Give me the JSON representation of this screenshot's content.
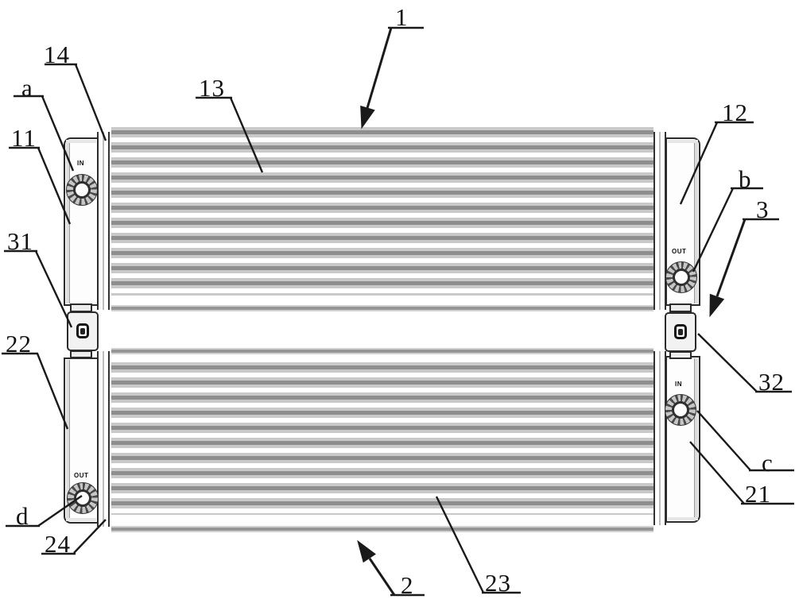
{
  "figure": {
    "kind": "patent line drawing",
    "subject": "dual-core radiator assembly, front view"
  },
  "colors": {
    "background": "#ffffff",
    "ink": "#1a1a1a",
    "fin_dark": "#8e8e8e",
    "fin_light": "#c9c9c9",
    "tank_shade": "#dddddd"
  },
  "ports": {
    "top_left": "IN",
    "top_right": "OUT",
    "bottom_right": "IN",
    "bottom_left": "OUT"
  },
  "callouts": [
    {
      "id": "1",
      "text": "1"
    },
    {
      "id": "2",
      "text": "2"
    },
    {
      "id": "3",
      "text": "3"
    },
    {
      "id": "11",
      "text": "11"
    },
    {
      "id": "12",
      "text": "12"
    },
    {
      "id": "13",
      "text": "13"
    },
    {
      "id": "14",
      "text": "14"
    },
    {
      "id": "21",
      "text": "21"
    },
    {
      "id": "22",
      "text": "22"
    },
    {
      "id": "23",
      "text": "23"
    },
    {
      "id": "24",
      "text": "24"
    },
    {
      "id": "31",
      "text": "31"
    },
    {
      "id": "32",
      "text": "32"
    },
    {
      "id": "a",
      "text": "a"
    },
    {
      "id": "b",
      "text": "b"
    },
    {
      "id": "c",
      "text": "c"
    },
    {
      "id": "d",
      "text": "d"
    }
  ]
}
